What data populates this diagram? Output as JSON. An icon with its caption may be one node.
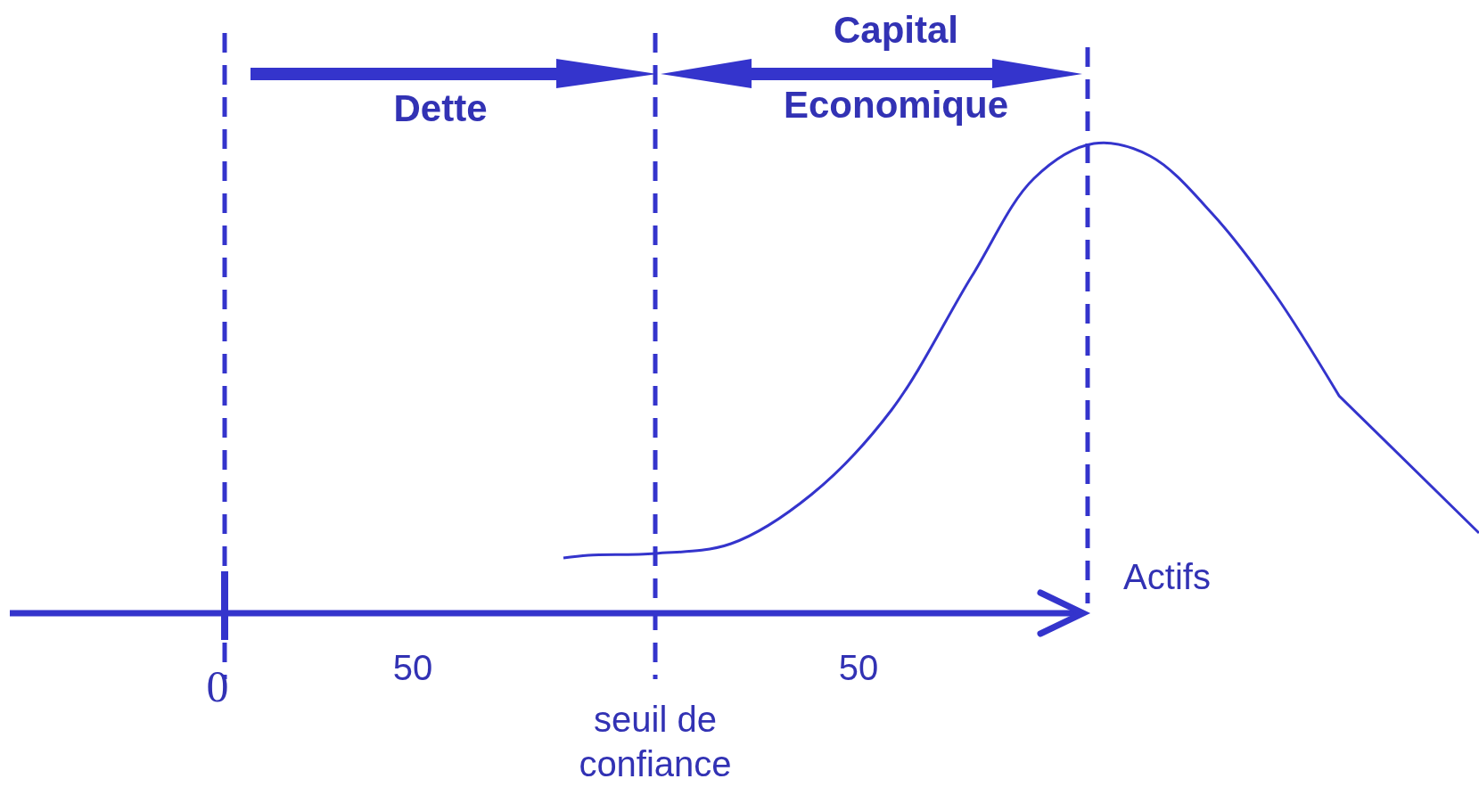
{
  "diagram": {
    "labels": [
      "Capital",
      "Dette",
      "Economique",
      "Actifs",
      "0",
      "50",
      "50",
      "seuil de confiance"
    ]
  }
}
